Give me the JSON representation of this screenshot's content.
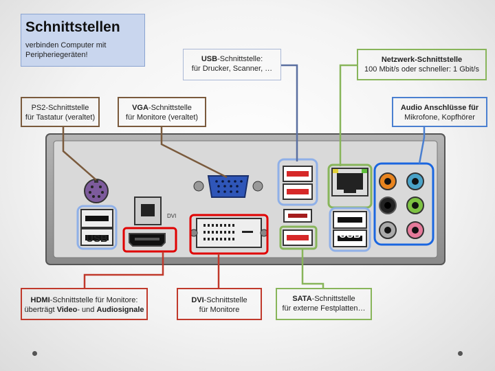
{
  "slide": {
    "title": "Schnittstellen",
    "subtitle_line1": "verbinden Computer mit",
    "subtitle_line2": "Peripheriegeräten!"
  },
  "callouts": {
    "ps2": {
      "line1": "PS2-Schnittstelle",
      "line2": "für Tastatur (veraltet)"
    },
    "vga": {
      "strong": "VGA",
      "line1_rest": "-Schnittstelle",
      "line2": "für Monitore (veraltet)"
    },
    "usb": {
      "strong": "USB",
      "line1_rest": "-Schnittstelle:",
      "line2": "für Drucker, Scanner, …"
    },
    "network": {
      "line1": "Netzwerk-Schnittstelle",
      "line2": "100 Mbit/s oder schneller: 1 Gbit/s"
    },
    "audio": {
      "line1": "Audio Anschlüsse für",
      "line2": "Mikrofone, Kopfhörer"
    },
    "hdmi": {
      "strong": "HDMI",
      "line1_rest": "-Schnittstelle für Monitore:",
      "line2_pre": "überträgt ",
      "line2_strong": "Video",
      "line2_mid": "- und ",
      "line2_strong2": "Audiosignale"
    },
    "dvi": {
      "strong": "DVI",
      "line1_rest": "-Schnittstelle",
      "line2": "für Monitore"
    },
    "sata": {
      "strong": "SATA",
      "line1_rest": "-Schnittstelle",
      "line2": "für externe Festplatten…"
    }
  },
  "panel_labels": {
    "usb_left": "USB",
    "usb_right": "USB",
    "dvi_text": "DVI"
  },
  "colors": {
    "brown": "#7a5a3c",
    "green": "#88b55a",
    "blue": "#4a7fd0",
    "red": "#e00000",
    "lightblue": "#8fb0e8"
  },
  "icons": [
    "ps2-port-icon",
    "vga-port-icon",
    "usb-port-icon",
    "ethernet-port-icon",
    "audio-jack-icon",
    "hdmi-port-icon",
    "dvi-port-icon",
    "esata-port-icon",
    "optical-port-icon"
  ]
}
